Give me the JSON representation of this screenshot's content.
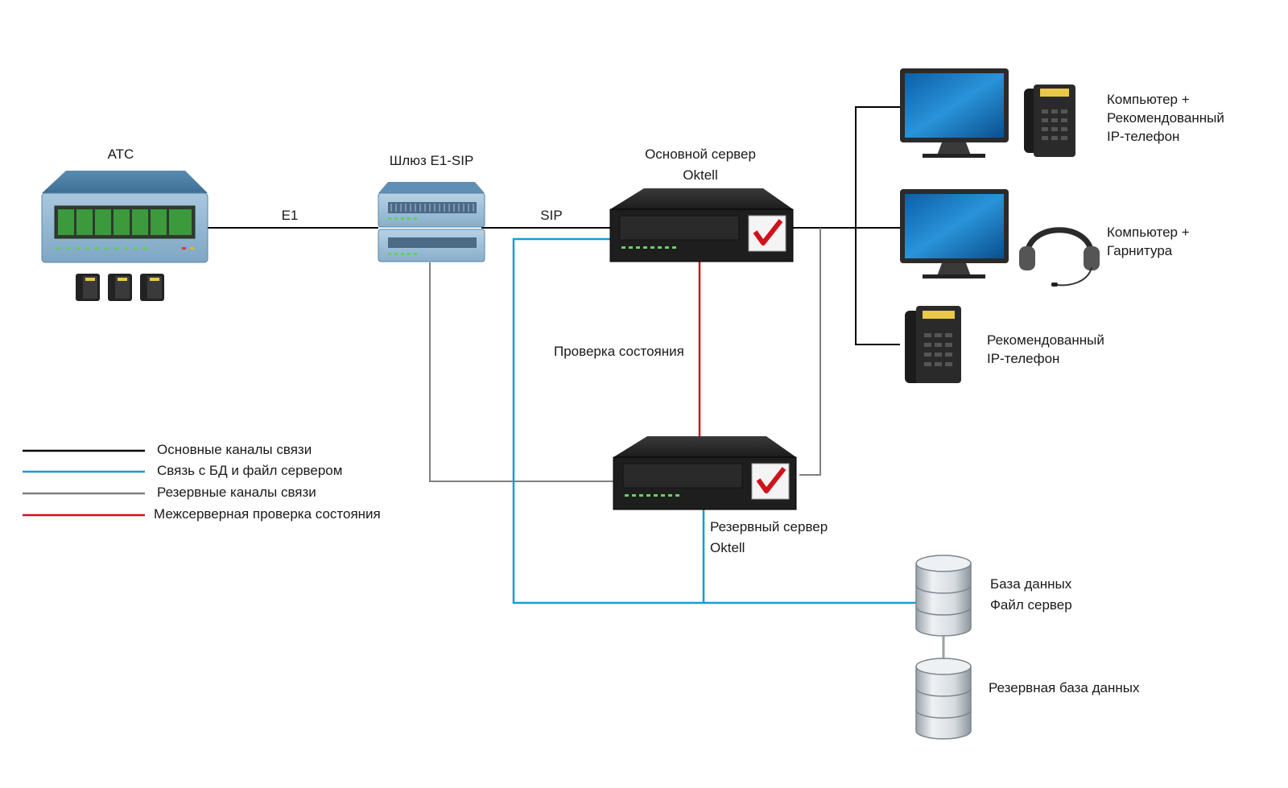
{
  "nodes": {
    "pbx": {
      "title": "АТС"
    },
    "gateway": {
      "title": "Шлюз E1-SIP"
    },
    "main_server": {
      "title_line1": "Основной сервер",
      "title_line2": "Oktell"
    },
    "backup_server": {
      "title_line1": "Резервный сервер",
      "title_line2": "Oktell"
    },
    "pc_phone": {
      "line1": "Компьютер +",
      "line2": "Рекомендованный",
      "line3": "IP-телефон"
    },
    "pc_headset": {
      "line1": "Компьютер +",
      "line2": "Гарнитура"
    },
    "ip_phone": {
      "line1": "Рекомендованный",
      "line2": "IP-телефон"
    },
    "database": {
      "line1": "База данных",
      "line2": "Файл сервер"
    },
    "backup_db": {
      "line1": "Резервная база данных"
    }
  },
  "links": {
    "e1": "E1",
    "sip": "SIP",
    "health_check": "Проверка состояния"
  },
  "legend": [
    {
      "label": "Основные каналы связи",
      "color": "#000000"
    },
    {
      "label": "Связь с БД и файл сервером",
      "color": "#1a9ad6"
    },
    {
      "label": "Резервные каналы связи",
      "color": "#808080"
    },
    {
      "label": "Межсерверная проверка состояния",
      "color": "#d0121b"
    }
  ]
}
